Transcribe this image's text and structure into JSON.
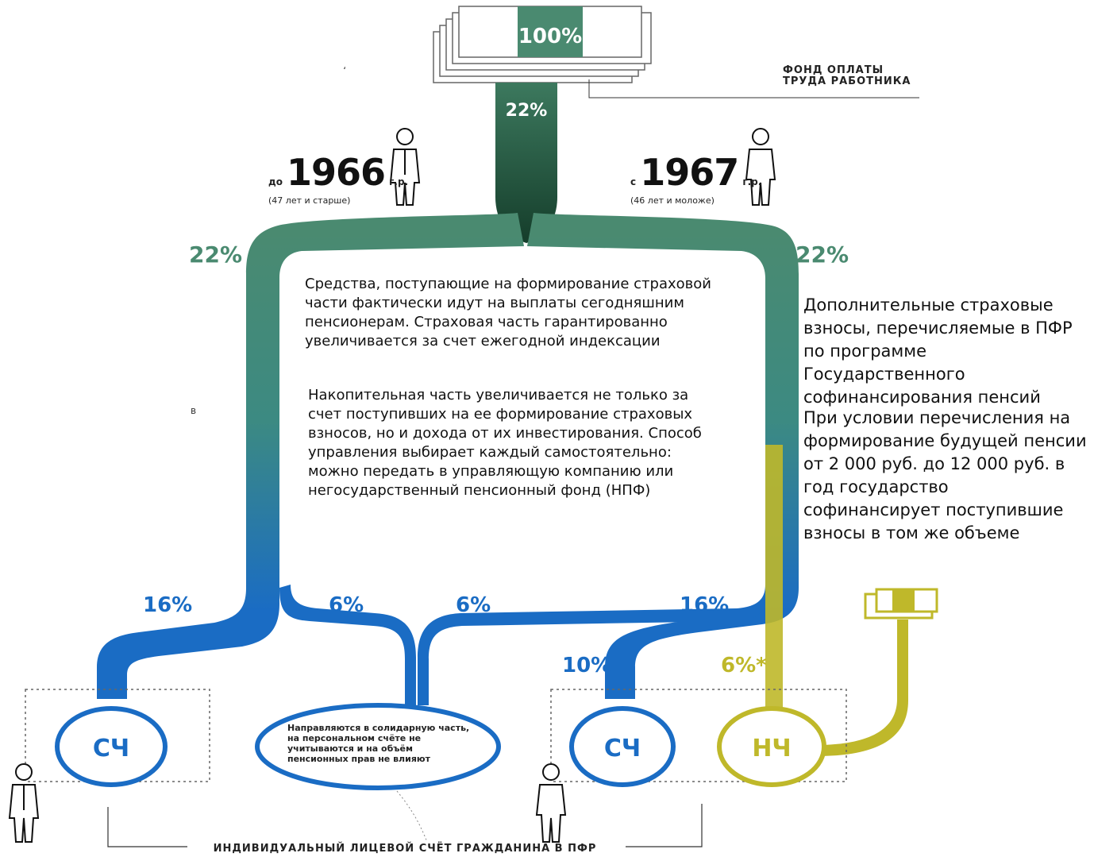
{
  "fund": {
    "top_percent": "100%",
    "label_line1": "ФОНД ОПЛАТЫ",
    "label_line2": "ТРУДА РАБОТНИКА"
  },
  "trunk_percent": "22%",
  "left_group": {
    "prefix": "до",
    "year": "1966",
    "suffix": "г.р.",
    "age": "(47 лет и старше)"
  },
  "right_group": {
    "prefix": "с",
    "year": "1967",
    "suffix": "г.р.",
    "age": "(46 лет и моложе)"
  },
  "branch_percents": {
    "left_22": "22%",
    "right_22": "22%",
    "left_16": "16%",
    "mid_left_6": "6%",
    "mid_right_6": "6%",
    "right_16": "16%",
    "right_10": "10%",
    "yellow_6": "6%*"
  },
  "nodes": {
    "left_sch": "СЧ",
    "middle_oval": "Направляются в солидарную часть, на персональном счёте не учитываются и на объём пенсионных прав не влияют",
    "right_sch": "СЧ",
    "nch": "НЧ"
  },
  "bottom_label": "ИНДИВИДУАЛЬНЫЙ ЛИЦЕВОЙ СЧЁТ ГРАЖДАНИНА В ПФР",
  "center_text_1": "Средства, поступающие на формирование страховой части фактически идут на выплаты сегодняшним пенсионерам. Страховая часть гарантированно увеличивается за счет ежегодной индексации",
  "center_text_2": "Накопительная часть увеличивается не только за счет поступивших на ее формирование страховых взносов, но и дохода от их инвестирования. Способ управления выбирает каждый самостоятельно: можно передать в управляющую компанию или негосударственный пенсионный фонд (НПФ)",
  "right_text_1": "Дополнительные страховые взносы, перечисляемые в ПФР по программе Государственного софинансирования пенсий",
  "right_text_2": "При условии перечисления на формирование будущей пенсии от 2 000 руб. до 12 000 руб. в год государство софинансирует поступившие взносы в том же объеме",
  "stray_marks": {
    "comma": "،",
    "letter_v": "в"
  },
  "colors": {
    "green": "#4a8a70",
    "dark_green": "#1f4a36",
    "blue": "#1a6cc4",
    "yellow": "#bfb82a",
    "percent_green": "#4a8a70",
    "percent_blue": "#1a6cc4",
    "percent_yellow": "#bfb82a"
  },
  "icons": [
    "person-suit-icon",
    "person-casual-icon",
    "banknote-stack-icon",
    "yellow-banknote-icon"
  ]
}
